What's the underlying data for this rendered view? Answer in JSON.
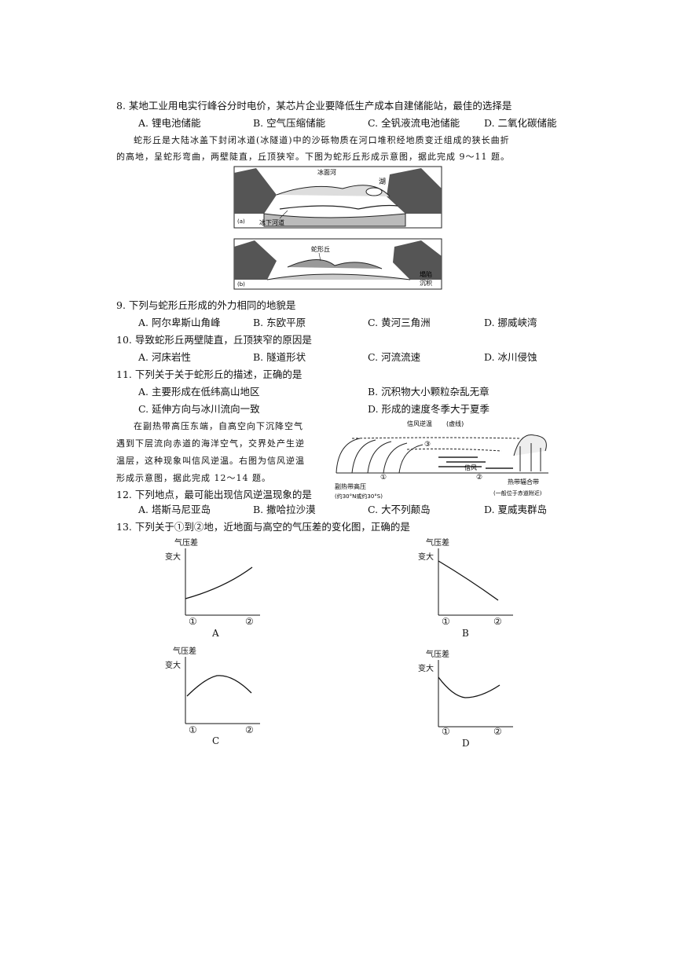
{
  "q8": {
    "stem": "8. 某地工业用电实行峰谷分时电价，某芯片企业要降低生产成本自建储能站，最佳的选择是",
    "options": [
      "A. 锂电池储能",
      "B. 空气压缩储能",
      "C. 全钒液流电池储能",
      "D. 二氧化碳储能"
    ]
  },
  "passage1": {
    "line1": "蛇形丘是大陆冰盖下封闭冰道(冰隧道)中的沙砾物质在河口堆积经地质变迁组成的狭长曲折",
    "line2": "的高地，呈蛇形弯曲，两壁陡直，丘顶狭窄。下图为蛇形丘形成示意图，据此完成 9～11 题。"
  },
  "figure1": {
    "a": {
      "panel": "(a)",
      "ice_river": "冰面河",
      "lake": "湖",
      "subglacial": "冰下河道"
    },
    "b": {
      "panel": "(b)",
      "esker": "蛇形丘",
      "collapse_line1": "塌陷",
      "collapse_line2": "沉积"
    }
  },
  "q9": {
    "stem": "9. 下列与蛇形丘形成的外力相同的地貌是",
    "options": [
      "A. 阿尔卑斯山角峰",
      "B. 东欧平原",
      "C. 黄河三角洲",
      "D. 挪威峡湾"
    ]
  },
  "q10": {
    "stem": "10. 导致蛇形丘两壁陡直，丘顶狭窄的原因是",
    "options": [
      "A. 河床岩性",
      "B. 隧道形状",
      "C. 河流流速",
      "D. 冰川侵蚀"
    ]
  },
  "q11": {
    "stem": "11. 下列关于关于蛇形丘的描述，正确的是",
    "options": [
      "A. 主要形成在低纬高山地区",
      "B. 沉积物大小颗粒杂乱无章",
      "C. 延伸方向与冰川流向一致",
      "D. 形成的速度冬季大于夏季"
    ]
  },
  "passage2": {
    "lines": [
      "在副热带高压东端，自高空向下沉降空气",
      "遇到下层流向赤道的海洋空气，交界处产生逆",
      "温层，这种现象叫信风逆温。右图为信风逆温",
      "形成示意图，据此完成 12～14 题。"
    ]
  },
  "figure2": {
    "inversion": "信风逆温",
    "dashed": "(虚线)",
    "trade_wind": "信风",
    "subtropical_line1": "副热带高压",
    "subtropical_line2": "(约30°N或约30°S)",
    "itcz_line1": "热带辐合带",
    "itcz_line2": "(一般位于赤道附近)",
    "m1": "①",
    "m2": "②",
    "m3": "③"
  },
  "q12": {
    "stem": "12. 下列地点，最可能出现信风逆温现象的是",
    "options": [
      "A. 塔斯马尼亚岛",
      "B. 撒哈拉沙漠",
      "C. 大不列颠岛",
      "D. 夏威夷群岛"
    ]
  },
  "q13": {
    "stem": "13. 下列关于①到②地，近地面与高空的气压差的变化图，正确的是",
    "graphs": [
      {
        "label": "A",
        "ylabel": "气压差",
        "yarrow": "变大",
        "x1": "①",
        "x2": "②",
        "shape": "rising"
      },
      {
        "label": "B",
        "ylabel": "气压差",
        "yarrow": "变大",
        "x1": "①",
        "x2": "②",
        "shape": "falling"
      },
      {
        "label": "C",
        "ylabel": "气压差",
        "yarrow": "变大",
        "x1": "①",
        "x2": "②",
        "shape": "peak"
      },
      {
        "label": "D",
        "ylabel": "气压差",
        "yarrow": "变大",
        "x1": "①",
        "x2": "②",
        "shape": "valley"
      }
    ]
  }
}
